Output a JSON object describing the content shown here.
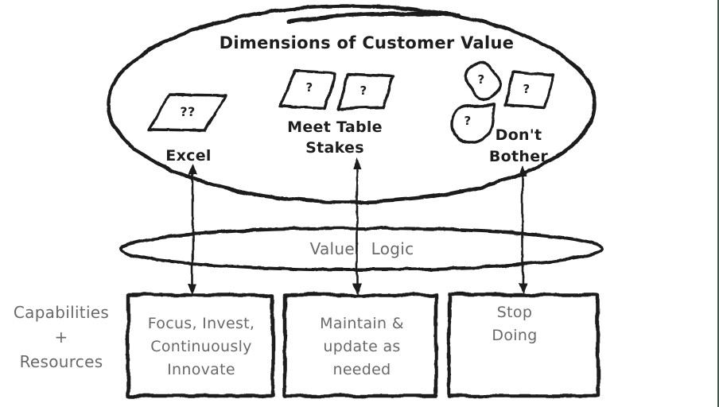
{
  "colors": {
    "ink": "#1e1e1e",
    "gray_text": "#696969",
    "background": "#ffffff",
    "right_edge_line": "#3d5b4a"
  },
  "ellipse": {
    "title": "Dimensions of Customer Value"
  },
  "groups": {
    "excel": {
      "mark": "??",
      "label": "Excel"
    },
    "meet": {
      "marks": [
        "?",
        "?"
      ],
      "label_lines": [
        "Meet Table",
        "Stakes"
      ]
    },
    "dont": {
      "marks": [
        "?",
        "?",
        "?"
      ],
      "label_lines": [
        "Don't",
        "Bother"
      ]
    }
  },
  "value_logic": {
    "label": "Value Logic"
  },
  "capabilities": {
    "lines": [
      "Capabilities",
      "+",
      "Resources"
    ]
  },
  "boxes": [
    {
      "lines": [
        "Focus, Invest,",
        "Continuously",
        "Innovate"
      ]
    },
    {
      "lines": [
        "Maintain &",
        "update as",
        "needed"
      ]
    },
    {
      "lines": [
        "Stop",
        "Doing"
      ]
    }
  ]
}
